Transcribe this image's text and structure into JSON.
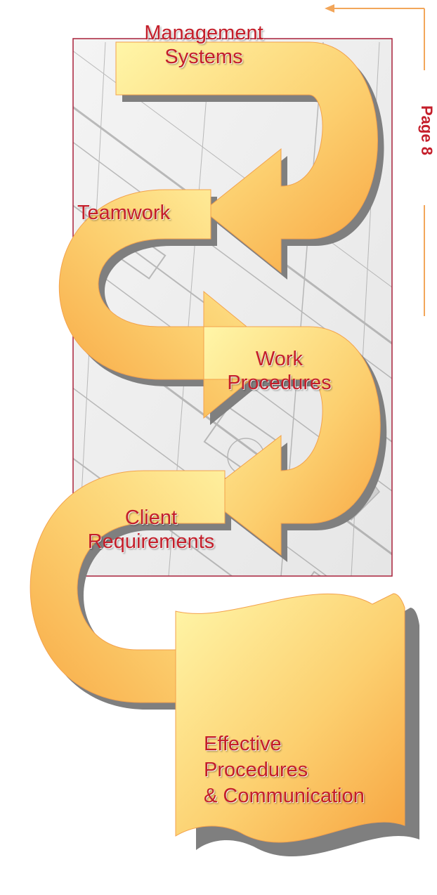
{
  "page": {
    "label": "Page 8",
    "nav_arrow": "left-arrow-icon"
  },
  "colors": {
    "arrow_light": "#fff6a8",
    "arrow_dark": "#f7a440",
    "text": "#c41e2a",
    "frame": "#a8203a",
    "page_rule": "#f2a65a",
    "shadow": "#7f7f7f"
  },
  "flow": {
    "steps": [
      {
        "lines": [
          "Management",
          "Systems"
        ]
      },
      {
        "lines": [
          "Teamwork"
        ]
      },
      {
        "lines": [
          "Work",
          "Procedures"
        ]
      },
      {
        "lines": [
          "Client",
          "Requirements"
        ]
      },
      {
        "lines": [
          "Effective",
          "Procedures",
          "& Communication"
        ]
      }
    ]
  }
}
